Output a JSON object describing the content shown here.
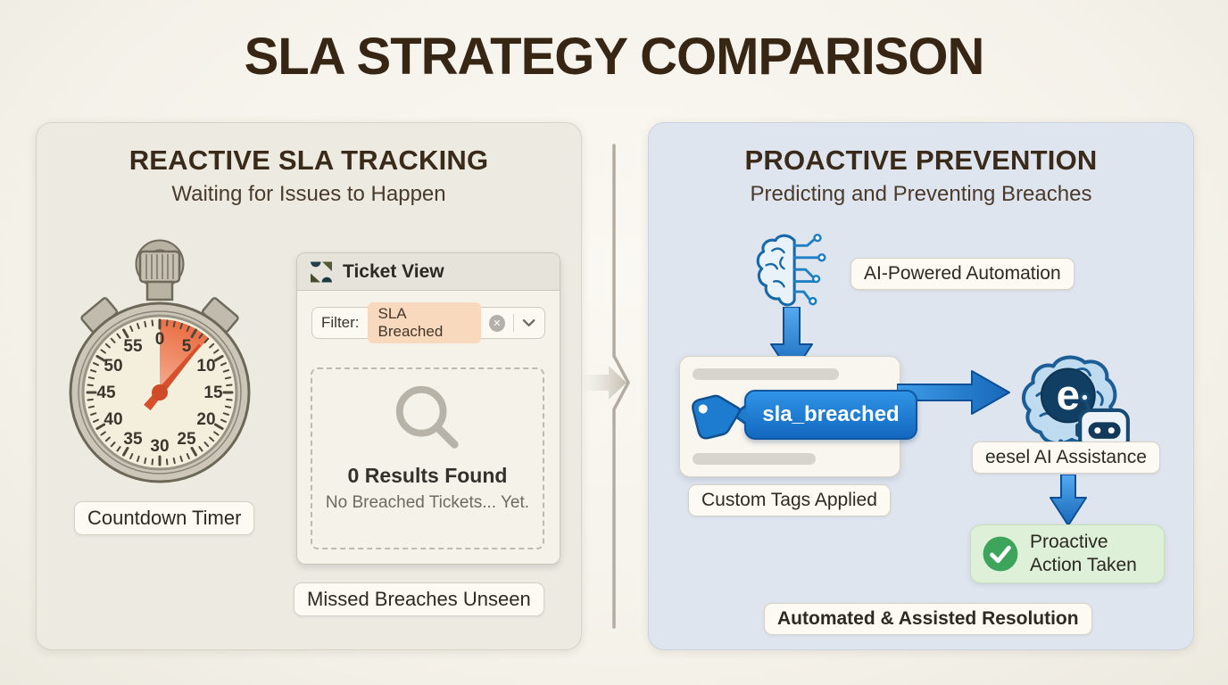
{
  "title": "SLA STRATEGY COMPARISON",
  "colors": {
    "accent_blue": "#1e7fd6",
    "tag_bubble_blue": "#1a73c8",
    "success_green": "#3da45c",
    "filter_chip_peach": "#f8d9bd",
    "heading_brown": "#3a2a19",
    "left_panel_bg": "#edeae2",
    "right_panel_bg": "#dfe5ef",
    "timer_alert_red": "#e2592f"
  },
  "left_panel": {
    "heading": "REACTIVE SLA TRACKING",
    "subheading": "Waiting for Issues to Happen",
    "stopwatch_label": "Countdown Timer",
    "dial_numbers": [
      "0",
      "5",
      "10",
      "15",
      "20",
      "25",
      "30",
      "35",
      "40",
      "45",
      "50",
      "55"
    ],
    "ticket_view": {
      "title": "Ticket View",
      "filter_label": "Filter:",
      "filter_value": "SLA Breached",
      "remove_filter_glyph": "✕",
      "results_title": "0 Results Found",
      "results_subtitle": "No Breached Tickets... Yet."
    },
    "caption": "Missed Breaches Unseen"
  },
  "right_panel": {
    "heading": "PROACTIVE PREVENTION",
    "subheading": "Predicting and Preventing Breaches",
    "automation_label": "AI-Powered Automation",
    "tag_text": "sla_breached",
    "tags_caption": "Custom Tags Applied",
    "eesel_caption": "eesel AI Assistance",
    "eesel_letter": "e",
    "action_line1": "Proactive",
    "action_line2": "Action Taken",
    "caption": "Automated & Assisted Resolution"
  }
}
